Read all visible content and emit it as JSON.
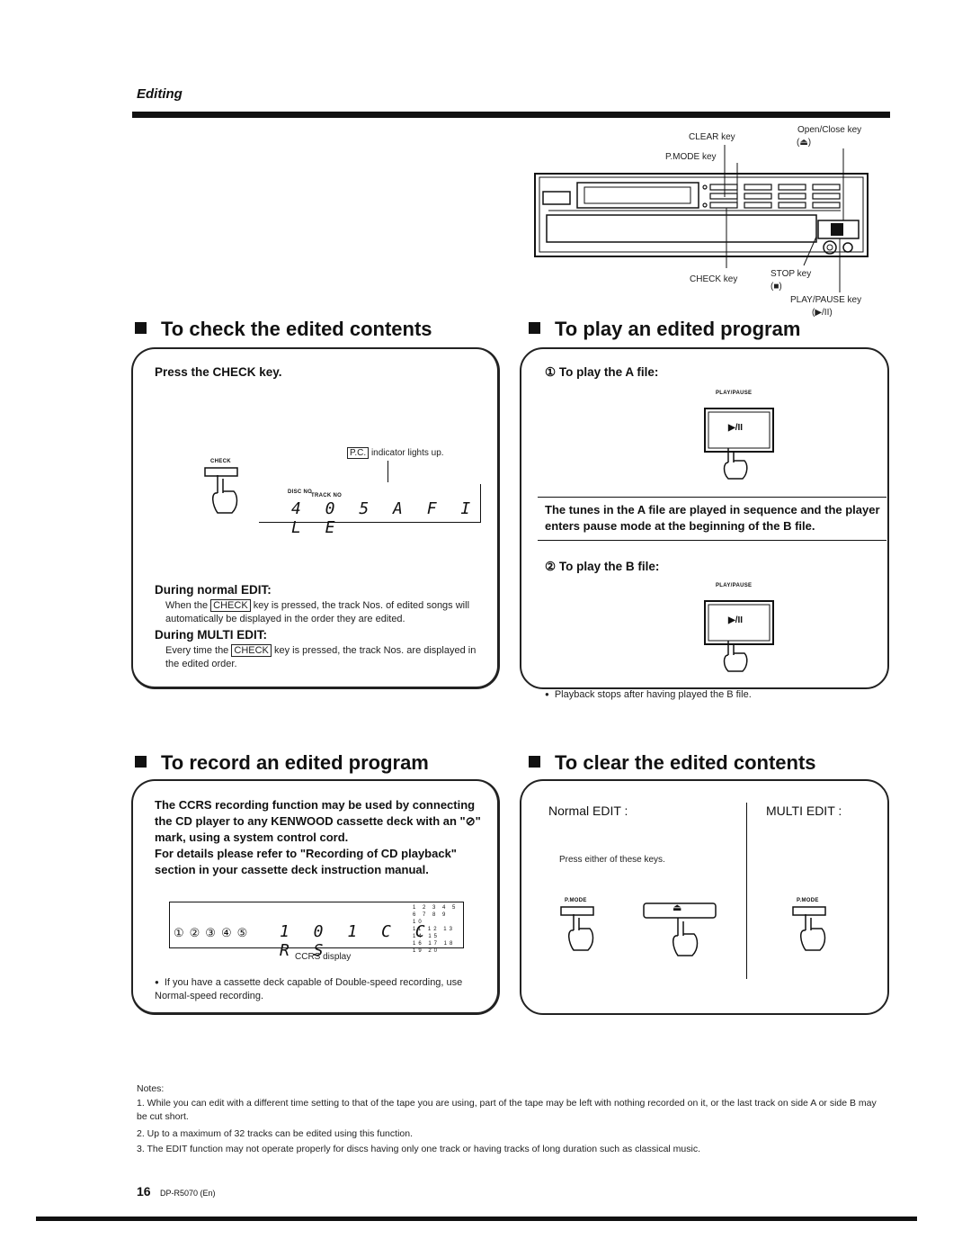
{
  "header": {
    "section": "Editing"
  },
  "device_diagram": {
    "labels": {
      "clear": "CLEAR key",
      "pmode": "P.MODE key",
      "openclose": "Open/Close key",
      "openclose_sym": "(⏏)",
      "check": "CHECK key",
      "stop": "STOP key",
      "stop_sym": "(■)",
      "playpause": "PLAY/PAUSE key",
      "playpause_sym": "(▶/II)"
    }
  },
  "check_section": {
    "title": "To check the edited contents",
    "instruction": "Press the CHECK key.",
    "check_small": "CHECK",
    "pc_tag": "P.C.",
    "indicator_text": "indicator lights up.",
    "disc_lbl": "DISC NO",
    "track_lbl": "TRACK NO",
    "display_text": "4 0 5  A  F I L E",
    "normal_heading": "During normal EDIT:",
    "normal_pre": "When the",
    "normal_key": "CHECK",
    "normal_post": "key is pressed, the track Nos. of edited songs will automatically be displayed in the order they are edited.",
    "multi_heading": "During MULTI EDIT:",
    "multi_pre": "Every time the",
    "multi_key": "CHECK",
    "multi_post": "key is pressed, the track Nos. are displayed in the edited order."
  },
  "play_section": {
    "title": "To play an edited program",
    "a_heading": "① To play the A file:",
    "button_small": "PLAY/PAUSE",
    "button_sym": "▶/II",
    "a_desc": "The tunes in the A file are played in sequence and the player enters pause mode at the beginning of the B file.",
    "b_heading": "② To play the B file:",
    "b_note": "Playback stops after having played the B file."
  },
  "record_section": {
    "title": "To record an edited program",
    "para1": "The CCRS recording function may be used by connecting the CD player to any KENWOOD cassette deck with an \"⊘\" mark, using a system control cord.",
    "para2": "For details please refer to \"Recording of CD playback\" section in your cassette deck instruction manual.",
    "display_text": "1 0 1  C C R S",
    "caption": "CCRS display",
    "note": "If you have a cassette deck capable of Double-speed recording, use Normal-speed recording."
  },
  "clear_section": {
    "title": "To clear the edited contents",
    "normal_label": "Normal EDIT :",
    "multi_label": "MULTI EDIT :",
    "press_text": "Press either of these keys.",
    "pmode_small": "P.MODE",
    "eject_sym": "⏏"
  },
  "notes": {
    "heading": "Notes:",
    "items": [
      "1. While you can edit with a different time setting to that of the tape you are using, part of the tape may be left with nothing recorded on it, or the last track on side A or side B may be cut short.",
      "2. Up to a maximum of 32 tracks can be edited using this function.",
      "3. The EDIT function may not operate properly for discs having only one track or having tracks of long duration such as classical music."
    ]
  },
  "footer": {
    "page_number": "16",
    "model": "DP-R5070 (En)"
  }
}
